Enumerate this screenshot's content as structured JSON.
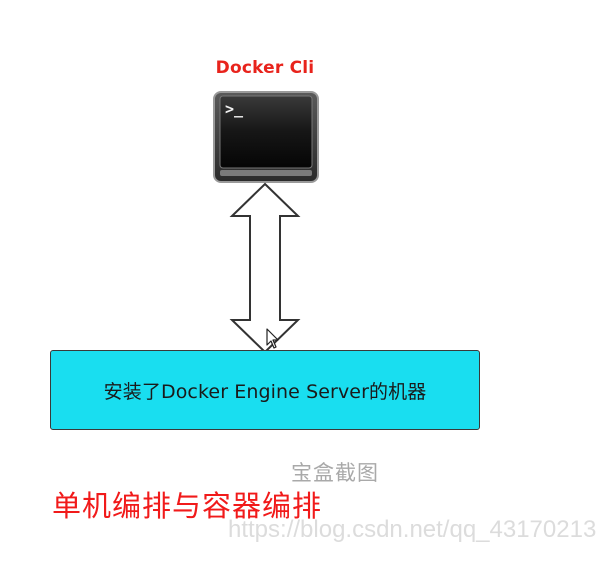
{
  "cli": {
    "label": "Docker Cli",
    "prompt_glyph": ">_",
    "icon": "terminal-icon"
  },
  "arrow": {
    "icon": "double-arrow-icon"
  },
  "engine": {
    "label": "安装了Docker Engine Server的机器"
  },
  "caption": "宝盒截图",
  "orchestration": "单机编排与容器编排",
  "watermark": "https://blog.csdn.net/qq_43170213",
  "colors": {
    "cli_label": "#e8231c",
    "engine_fill": "#19def0",
    "orchestration_text": "#f11a1a"
  }
}
